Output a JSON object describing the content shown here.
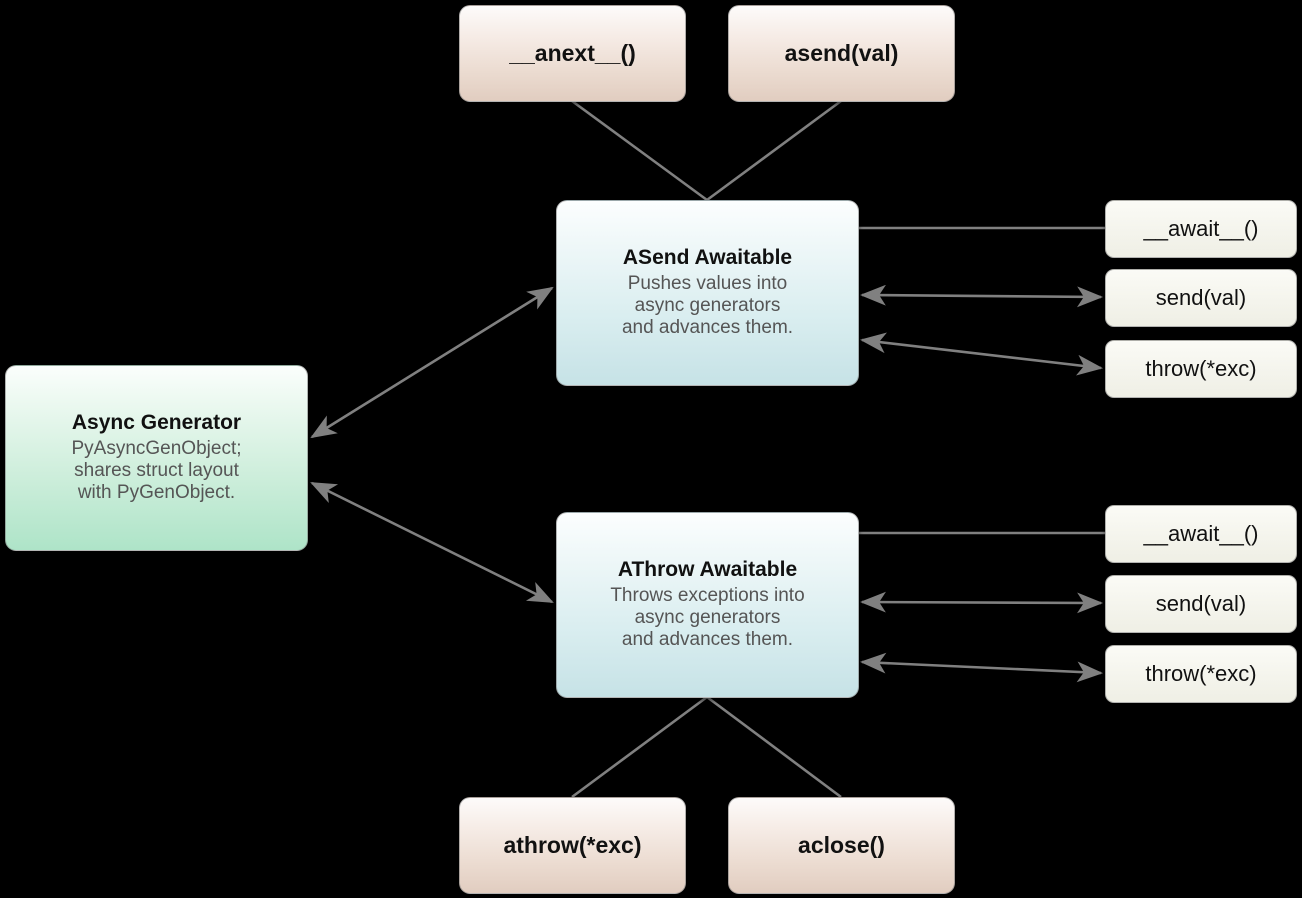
{
  "diagram": {
    "background": "#000000",
    "edge_color": "#808080",
    "title_color": "#111111",
    "subtitle_color": "#555555",
    "palette": {
      "generator": "#aee4c8",
      "awaitable": "#c6e2e6",
      "method": "#e1cdc0",
      "slot": "#efefe5"
    }
  },
  "nodes": {
    "generator": {
      "title": "Async Generator",
      "subtitle": "PyAsyncGenObject;\nshares struct layout\nwith PyGenObject."
    },
    "asend_awaitable": {
      "title": "ASend Awaitable",
      "subtitle": "Pushes values into\nasync generators\nand advances them."
    },
    "athrow_awaitable": {
      "title": "AThrow Awaitable",
      "subtitle": "Throws exceptions into\nasync generators\nand advances them."
    },
    "top_methods": [
      {
        "label": "__anext__()"
      },
      {
        "label": "asend(val)"
      }
    ],
    "bottom_methods": [
      {
        "label": "athrow(*exc)"
      },
      {
        "label": "aclose()"
      }
    ],
    "asend_slots": [
      {
        "label": "__await__()"
      },
      {
        "label": "send(val)"
      },
      {
        "label": "throw(*exc)"
      }
    ],
    "athrow_slots": [
      {
        "label": "__await__()"
      },
      {
        "label": "send(val)"
      },
      {
        "label": "throw(*exc)"
      }
    ]
  }
}
